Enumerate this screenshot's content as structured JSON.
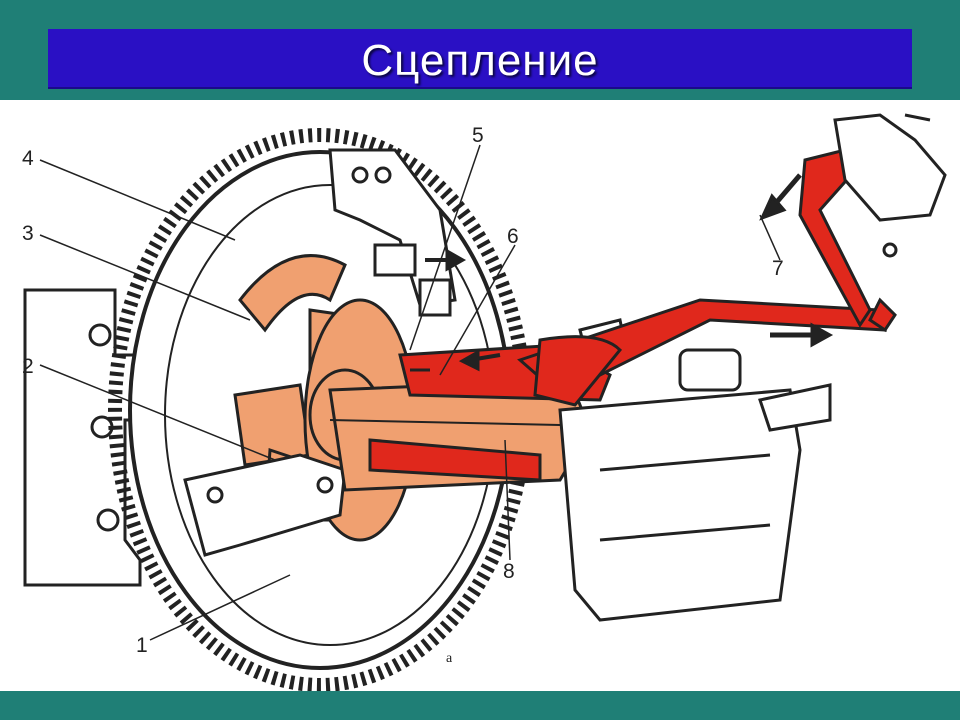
{
  "slide": {
    "title": "Сцепление"
  },
  "diagram": {
    "callouts": [
      "1",
      "2",
      "3",
      "4",
      "5",
      "6",
      "7",
      "8"
    ],
    "figure_letter": "a"
  },
  "colors": {
    "band": "#1f7f76",
    "title_bar": "#2a10c4",
    "linkage_red": "#e0281c",
    "shaft_orange": "#f0a070"
  }
}
